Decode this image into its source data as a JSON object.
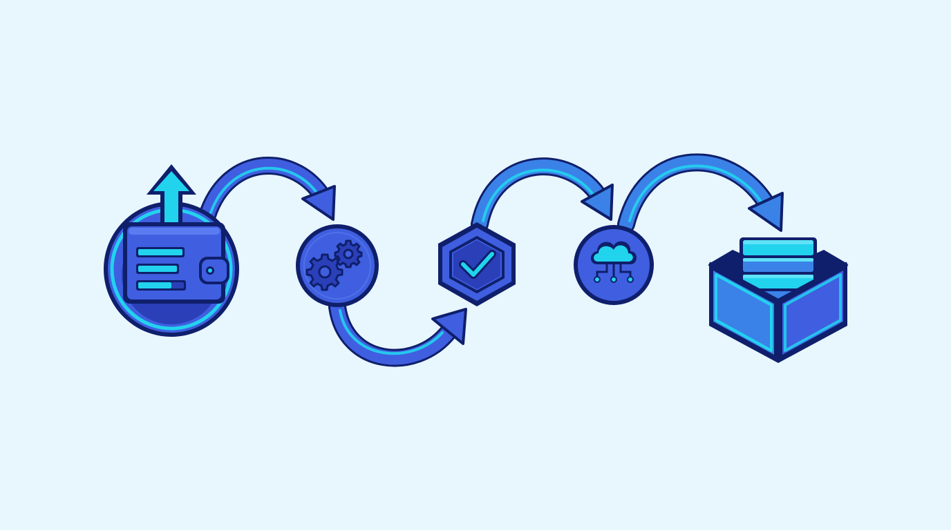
{
  "colors": {
    "background": "#e8f6fd",
    "outline": "#0f1f6b",
    "primary_blue": "#3f5fe0",
    "mid_blue": "#3b82e8",
    "dark_blue": "#2a3fb8",
    "cyan": "#22d3ee",
    "light_cyan": "#5fe2f7"
  },
  "flow": {
    "steps": [
      {
        "id": "wallet-upload",
        "icon": "wallet-upload-icon"
      },
      {
        "id": "processing",
        "icon": "gears-icon"
      },
      {
        "id": "verification",
        "icon": "shield-check-icon"
      },
      {
        "id": "cloud-distribution",
        "icon": "cloud-network-icon"
      },
      {
        "id": "storage",
        "icon": "database-box-icon"
      }
    ],
    "connectors": [
      {
        "from": "wallet-upload",
        "to": "processing",
        "icon": "curved-arrow-icon"
      },
      {
        "from": "processing",
        "to": "verification",
        "icon": "curved-arrow-icon"
      },
      {
        "from": "verification",
        "to": "cloud-distribution",
        "icon": "curved-arrow-icon"
      },
      {
        "from": "cloud-distribution",
        "to": "storage",
        "icon": "curved-arrow-icon"
      }
    ]
  }
}
